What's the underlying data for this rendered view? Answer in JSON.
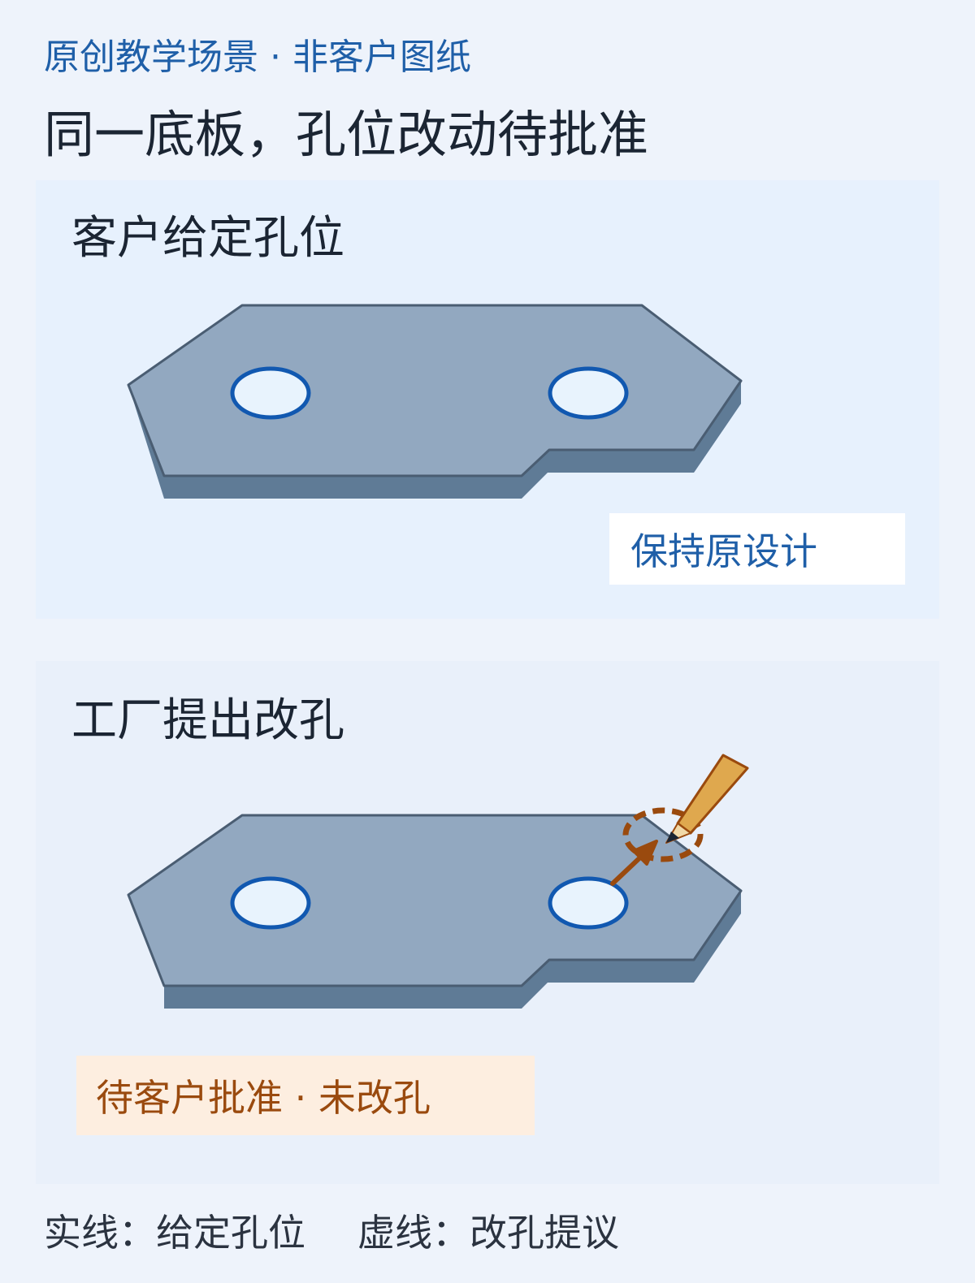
{
  "tagline": "原创教学场景 · 非客户图纸",
  "headline": "同一底板，孔位改动待批准",
  "panels": [
    {
      "title": "客户给定孔位",
      "badge": "保持原设计"
    },
    {
      "title": "工厂提出改孔",
      "badge": "待客户批准 · 未改孔"
    }
  ],
  "legend": {
    "solid": "实线：给定孔位",
    "dashed": "虚线：改孔提议"
  },
  "colors": {
    "plate_top": "#92a8c0",
    "plate_side": "#5f7b96",
    "plate_edge": "#4a5d72",
    "hole_fill": "#e8f3fd",
    "hole_stroke": "#1158b0",
    "proposal": "#9a4a0e",
    "pencil": "#dfa84e"
  }
}
